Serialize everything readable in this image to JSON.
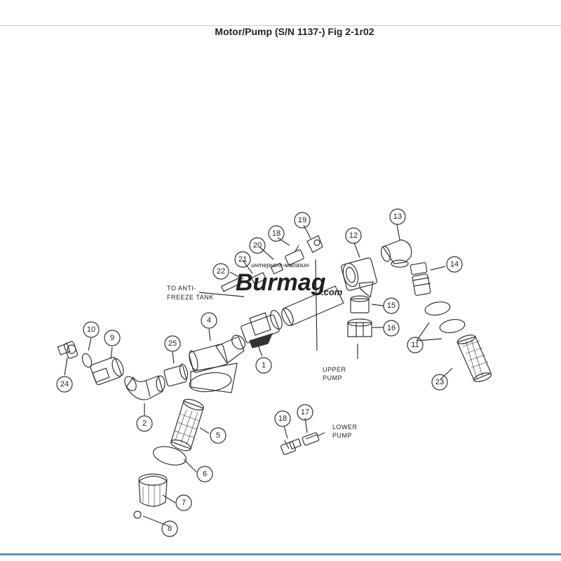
{
  "page": {
    "title": "Motor/Pump (S/N 1137-) Fig 2-1r02"
  },
  "annotations": {
    "to_anti_freeze_line1": "TO ANTI-",
    "to_anti_freeze_line2": "FREEZE TANK",
    "upper_pump_line1": "UPPER",
    "upper_pump_line2": "PUMP",
    "lower_pump_line1": "LOWER",
    "lower_pump_line2": "PUMP"
  },
  "watermark": {
    "main": "Burmag",
    "sub": "интернет-магазин",
    "suffix": ".com"
  },
  "callouts": {
    "c1": "1",
    "c2": "2",
    "c5": "5",
    "c6": "6",
    "c7": "7",
    "c8": "8",
    "c9": "9",
    "c10": "10",
    "c11": "11",
    "c12": "12",
    "c13": "13",
    "c14": "14",
    "c15": "15",
    "c16": "16",
    "c17": "17",
    "c18a": "18",
    "c18b": "18",
    "c19": "19",
    "c20": "20",
    "c21": "21",
    "c22": "22",
    "c23": "23",
    "c24": "24",
    "c25": "25",
    "c4": "4"
  },
  "colors": {
    "line": "#333333",
    "watermark": "#222222",
    "rule": "#5a8fb8"
  }
}
